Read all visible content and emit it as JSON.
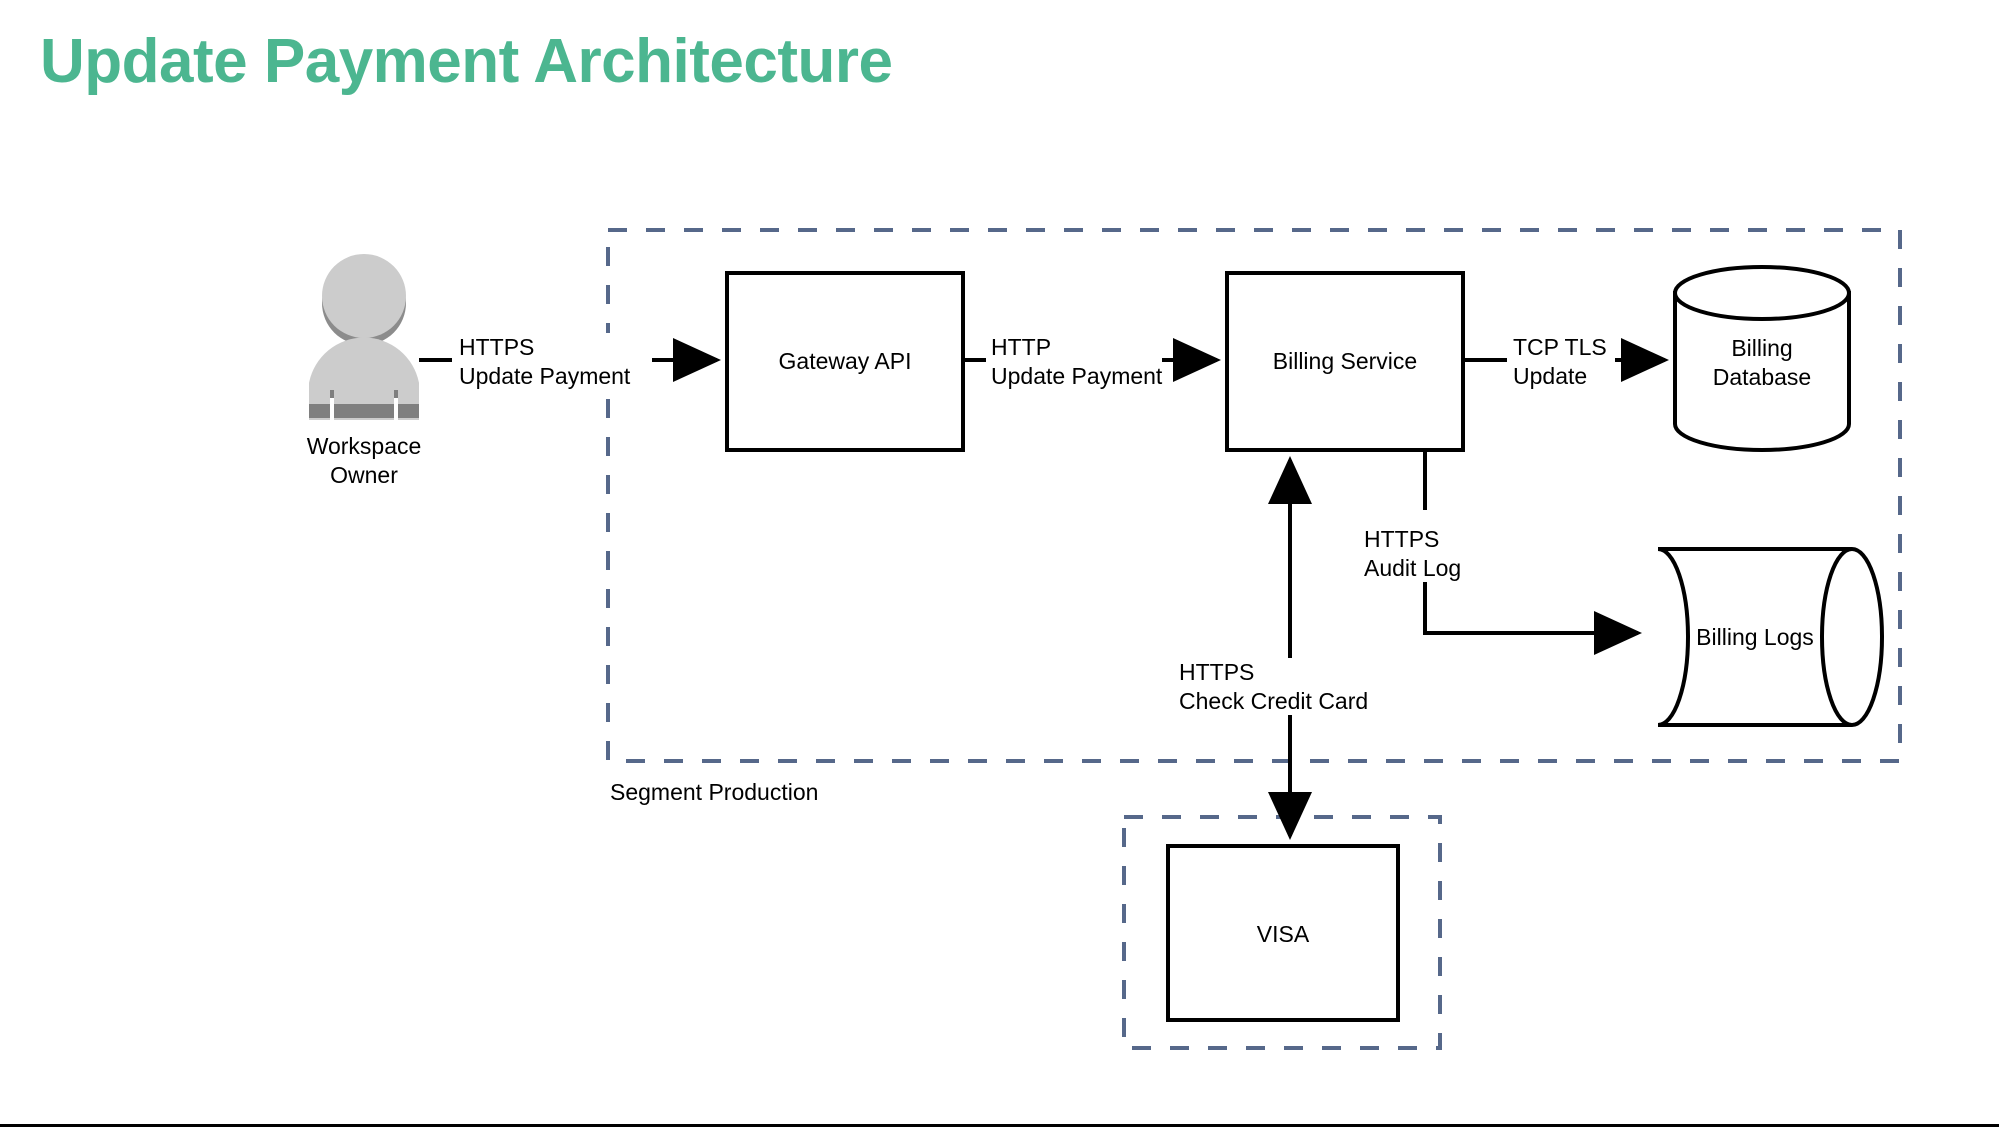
{
  "page": {
    "title": "Update Payment Architecture",
    "title_color": "#4CB690",
    "background": "#ffffff"
  },
  "diagram": {
    "type": "architecture-flow",
    "stroke_color": "#000000",
    "boundary_color": "#56688a",
    "actor_fill": "#cccccc",
    "actor_shadow": "#7f7f7f",
    "actor": {
      "name": "workspace-owner",
      "label": "Workspace\nOwner"
    },
    "zones": [
      {
        "id": "segment-production",
        "label": "Segment Production",
        "style": "dashed"
      },
      {
        "id": "visa-zone",
        "label": "",
        "style": "dashed"
      }
    ],
    "nodes": [
      {
        "id": "gateway-api",
        "label": "Gateway API",
        "shape": "rectangle"
      },
      {
        "id": "billing-service",
        "label": "Billing Service",
        "shape": "rectangle"
      },
      {
        "id": "billing-database",
        "label": "Billing\nDatabase",
        "shape": "cylinder"
      },
      {
        "id": "billing-logs",
        "label": "Billing Logs",
        "shape": "data-store"
      },
      {
        "id": "visa",
        "label": "VISA",
        "shape": "rectangle"
      }
    ],
    "edges": [
      {
        "id": "owner-to-gateway",
        "from": "workspace-owner",
        "to": "gateway-api",
        "label": "HTTPS\nUpdate Payment"
      },
      {
        "id": "gateway-to-billing",
        "from": "gateway-api",
        "to": "billing-service",
        "label": "HTTP\nUpdate Payment"
      },
      {
        "id": "billing-to-db",
        "from": "billing-service",
        "to": "billing-database",
        "label": "TCP TLS\nUpdate"
      },
      {
        "id": "billing-to-logs",
        "from": "billing-service",
        "to": "billing-logs",
        "label": "HTTPS\nAudit Log"
      },
      {
        "id": "visa-to-billing",
        "from": "visa",
        "to": "billing-service",
        "label": "HTTPS\nCheck Credit Card"
      }
    ]
  }
}
